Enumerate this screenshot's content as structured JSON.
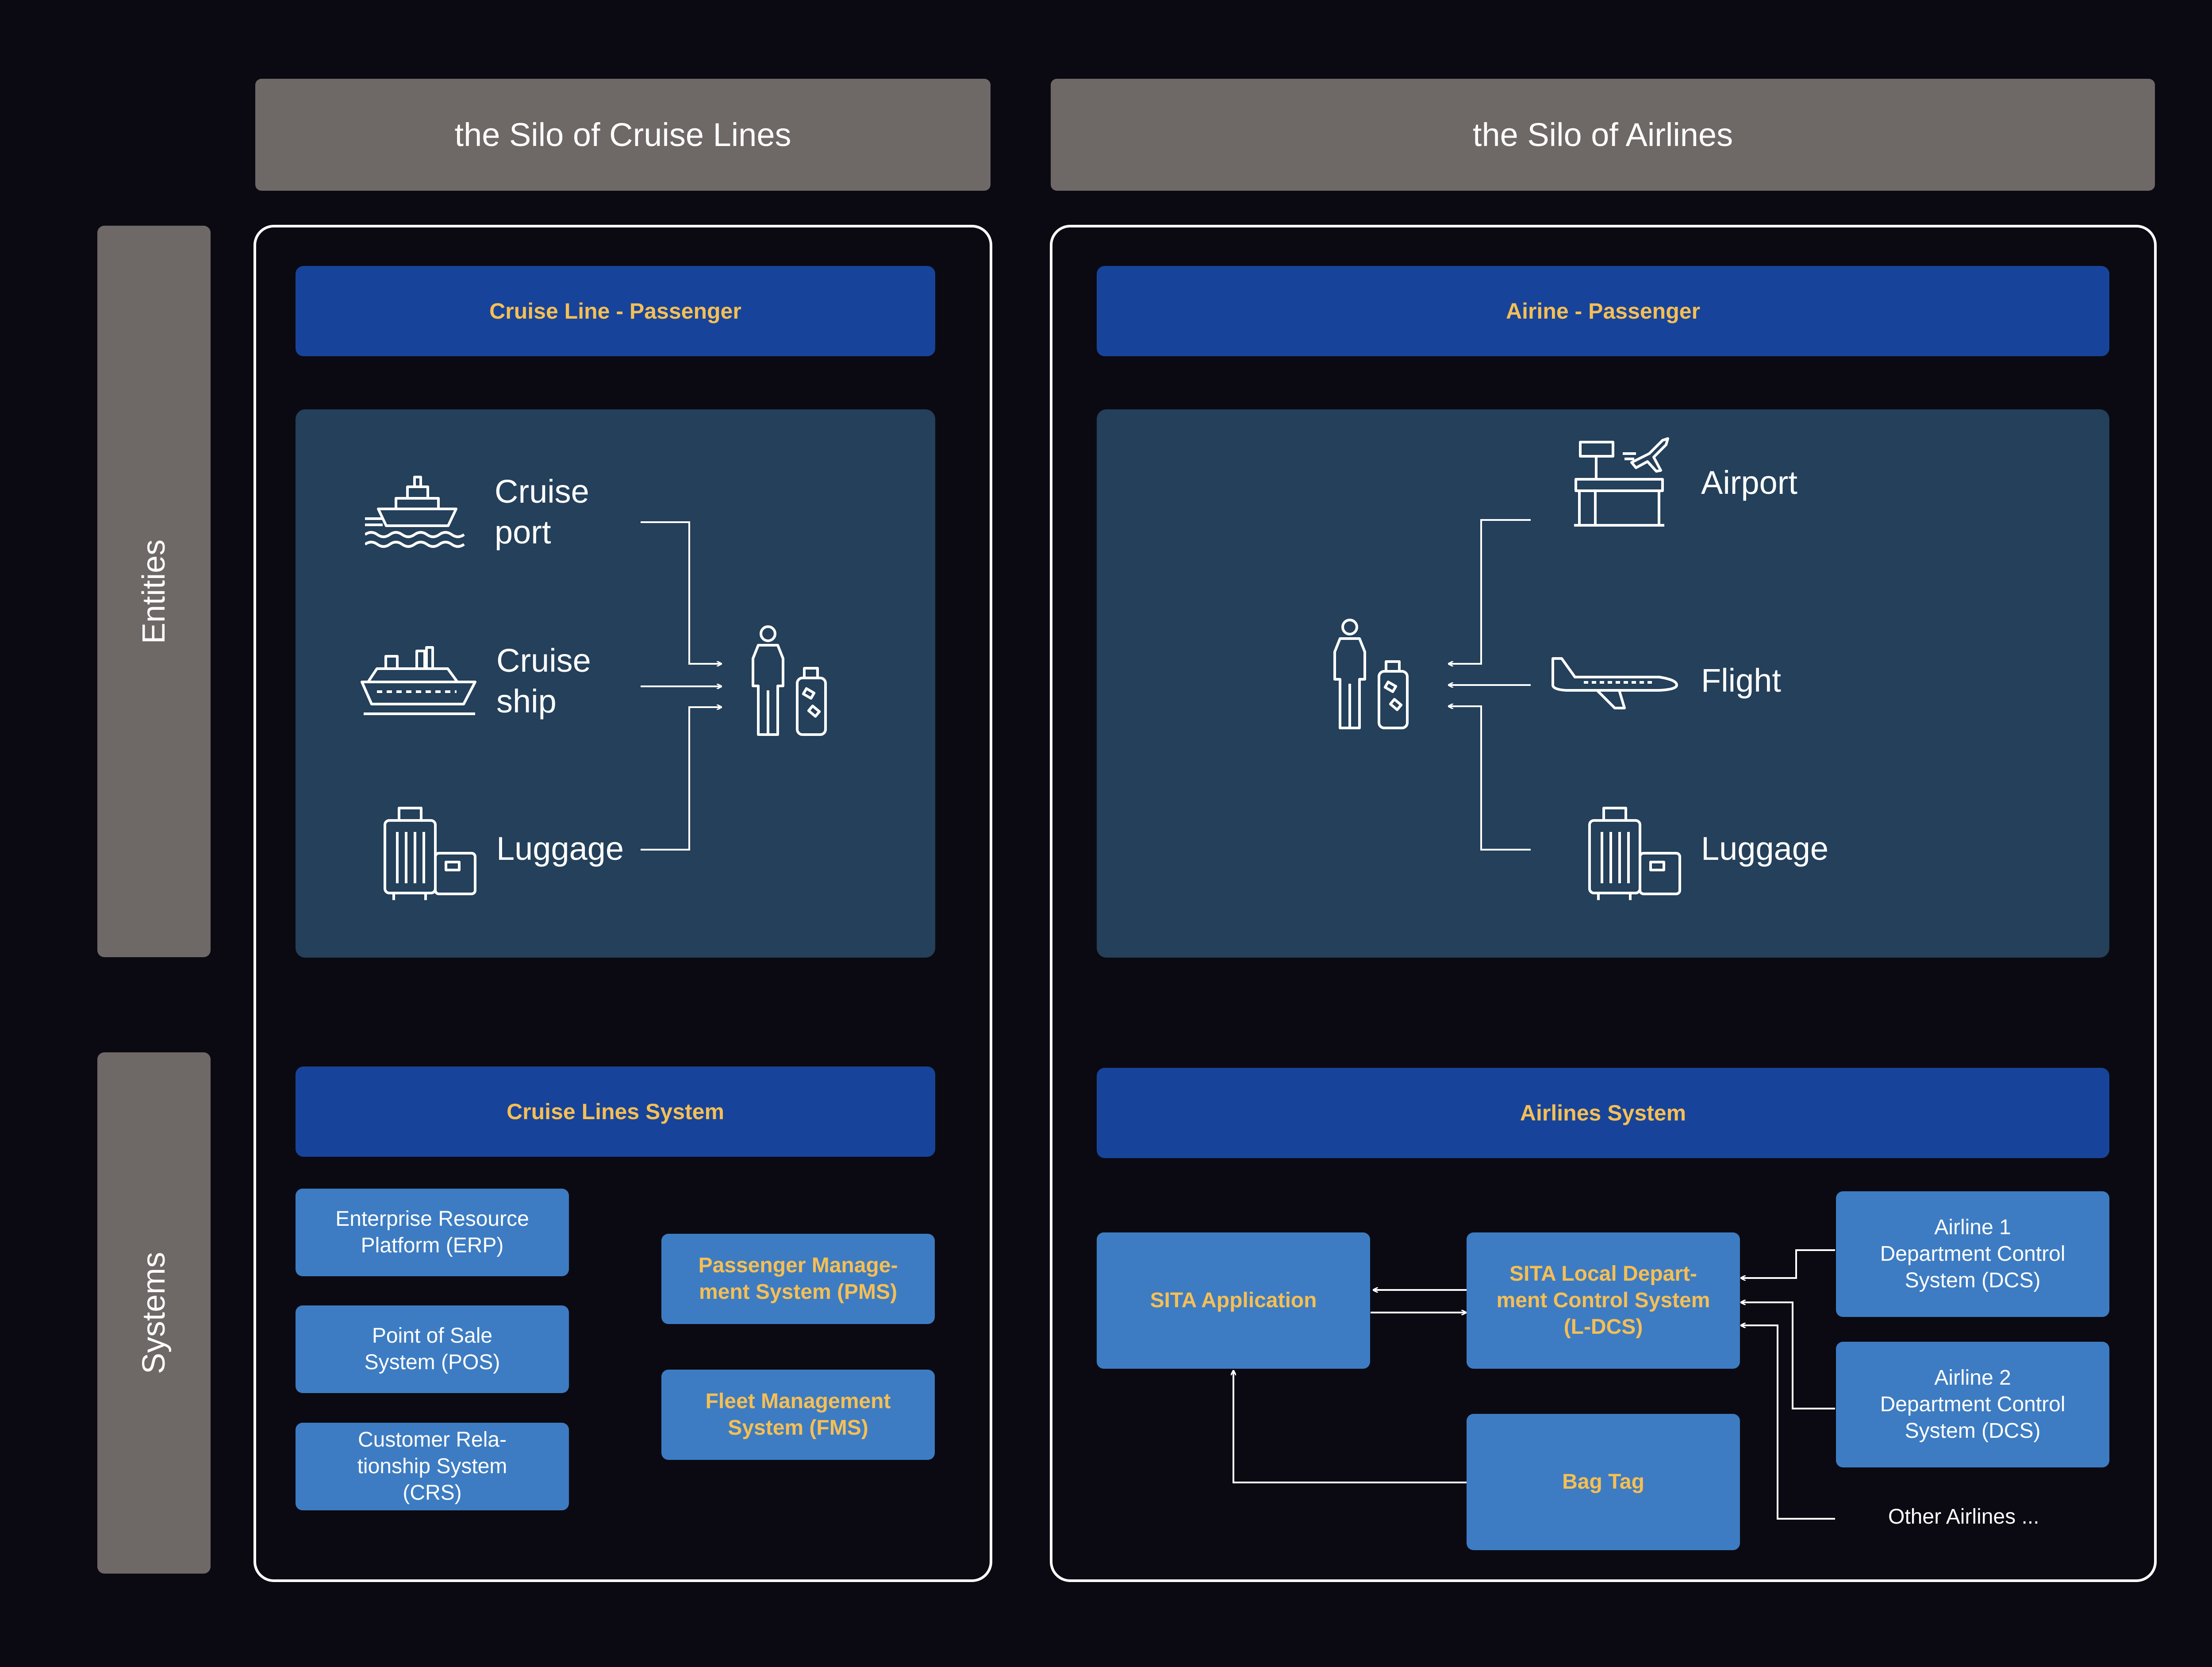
{
  "silos": {
    "cruise": {
      "header": "the Silo of Cruise Lines"
    },
    "airlines": {
      "header": "the Silo of Airlines"
    }
  },
  "side_tabs": {
    "entities": "Entities",
    "systems": "Systems"
  },
  "cruise": {
    "passenger_band": "Cruise Line - Passenger",
    "entities": {
      "port": [
        "Cruise",
        "port"
      ],
      "ship": [
        "Cruise",
        "ship"
      ],
      "luggage": "Luggage"
    },
    "system_band": "Cruise Lines System",
    "systems": {
      "erp": [
        "Enterprise Resource",
        "Platform (ERP)"
      ],
      "pos": [
        "Point of Sale",
        "System (POS)"
      ],
      "crs": [
        "Customer Rela-",
        "tionship System",
        "(CRS)"
      ],
      "pms": [
        "Passenger Manage-",
        "ment System (PMS)"
      ],
      "fms": [
        "Fleet Management",
        "System (FMS)"
      ]
    }
  },
  "airlines": {
    "passenger_band": "Airine - Passenger",
    "entities": {
      "airport": "Airport",
      "flight": "Flight",
      "luggage": "Luggage"
    },
    "system_band": "Airlines System",
    "systems": {
      "sita_app": "SITA Application",
      "ldcs": [
        "SITA Local Depart-",
        "ment Control System",
        "(L-DCS)"
      ],
      "bag_tag": "Bag Tag",
      "airline1": [
        "Airline 1",
        "Department Control",
        "System (DCS)"
      ],
      "airline2": [
        "Airline 2",
        "Department Control",
        "System (DCS)"
      ],
      "other": "Other Airlines ..."
    }
  },
  "colors": {
    "background": "#0b0a12",
    "header_gray": "#6e6866",
    "band_blue": "#17449a",
    "panel_navy": "#24405a",
    "system_box": "#3d7cc2",
    "accent_orange": "#f5bf55",
    "line_white": "#ffffff"
  },
  "icons": [
    "cruise-port-icon",
    "cruise-ship-icon",
    "luggage-icon",
    "traveler-with-suitcase-icon",
    "airport-icon",
    "airplane-icon"
  ]
}
